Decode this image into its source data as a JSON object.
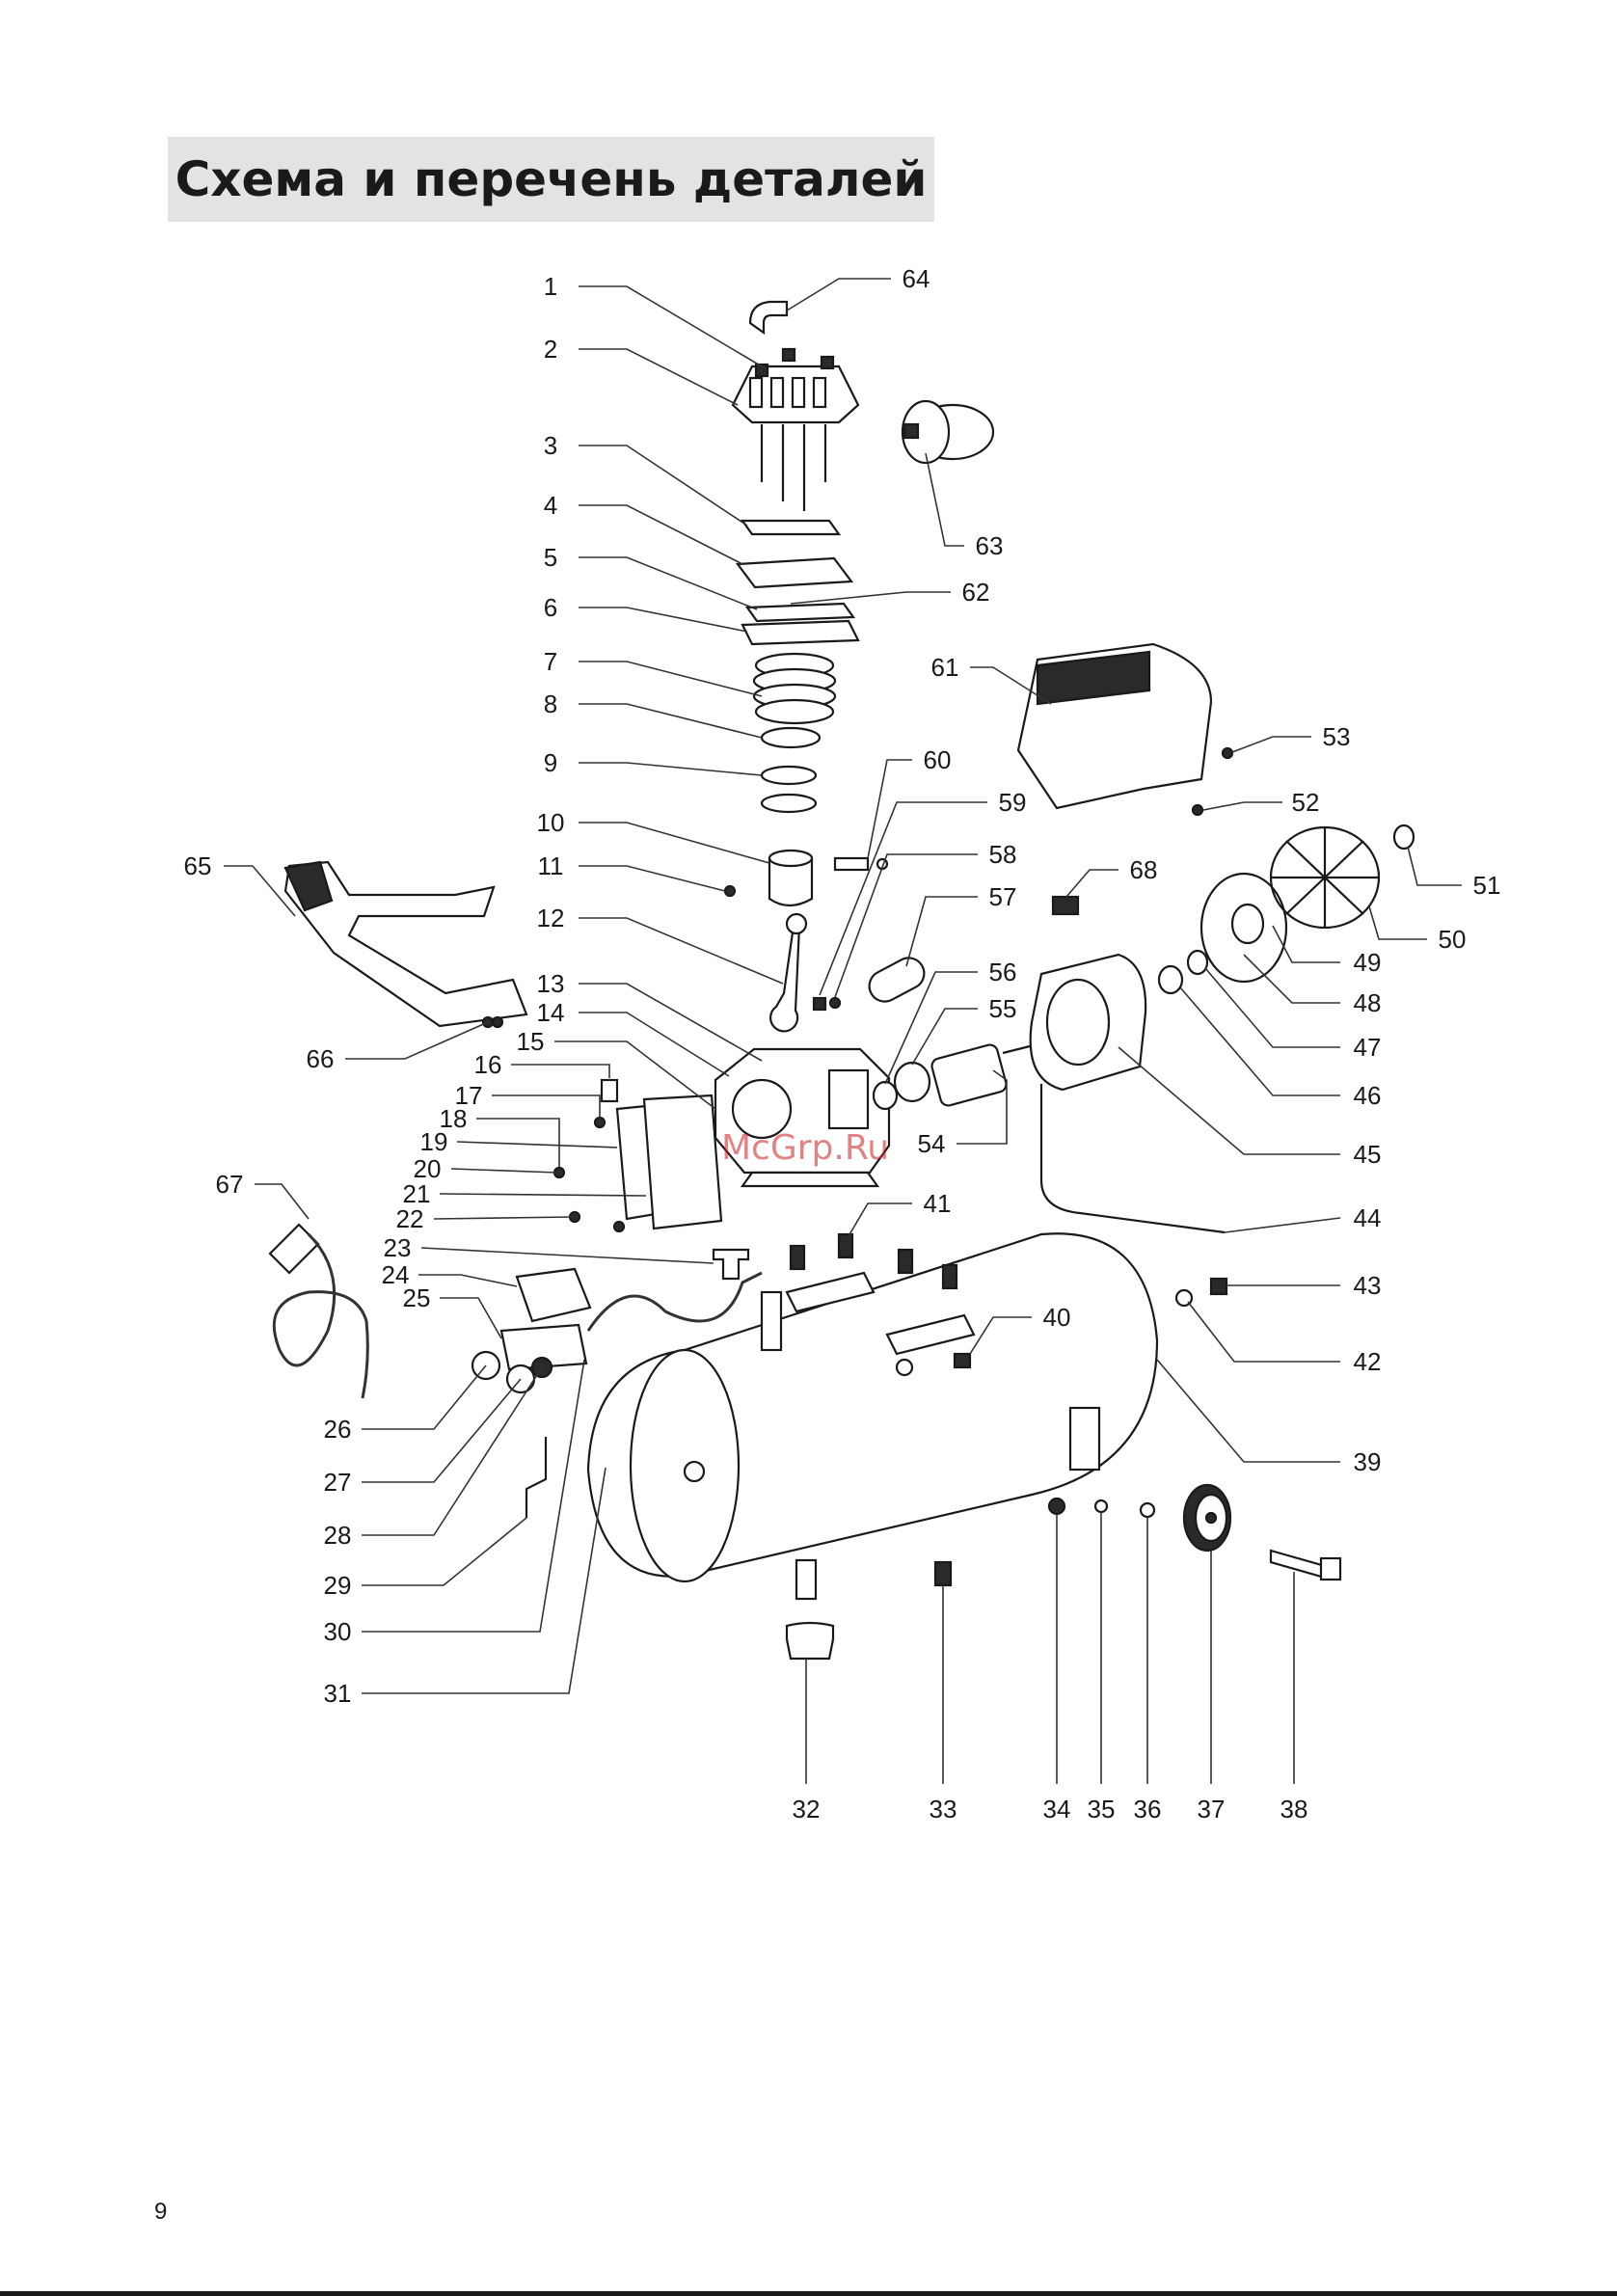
{
  "title": "Схема и перечень деталей",
  "page_number": "9",
  "watermark": "McGrp.Ru",
  "callouts": [
    "1",
    "2",
    "3",
    "4",
    "5",
    "6",
    "7",
    "8",
    "9",
    "10",
    "11",
    "12",
    "13",
    "14",
    "15",
    "16",
    "17",
    "18",
    "19",
    "20",
    "21",
    "22",
    "23",
    "24",
    "25",
    "26",
    "27",
    "28",
    "29",
    "30",
    "31",
    "32",
    "33",
    "34",
    "35",
    "36",
    "37",
    "38",
    "39",
    "40",
    "41",
    "42",
    "43",
    "44",
    "45",
    "46",
    "47",
    "48",
    "49",
    "50",
    "51",
    "52",
    "53",
    "54",
    "55",
    "56",
    "57",
    "58",
    "59",
    "60",
    "61",
    "62",
    "63",
    "64",
    "65",
    "66",
    "67",
    "68"
  ]
}
